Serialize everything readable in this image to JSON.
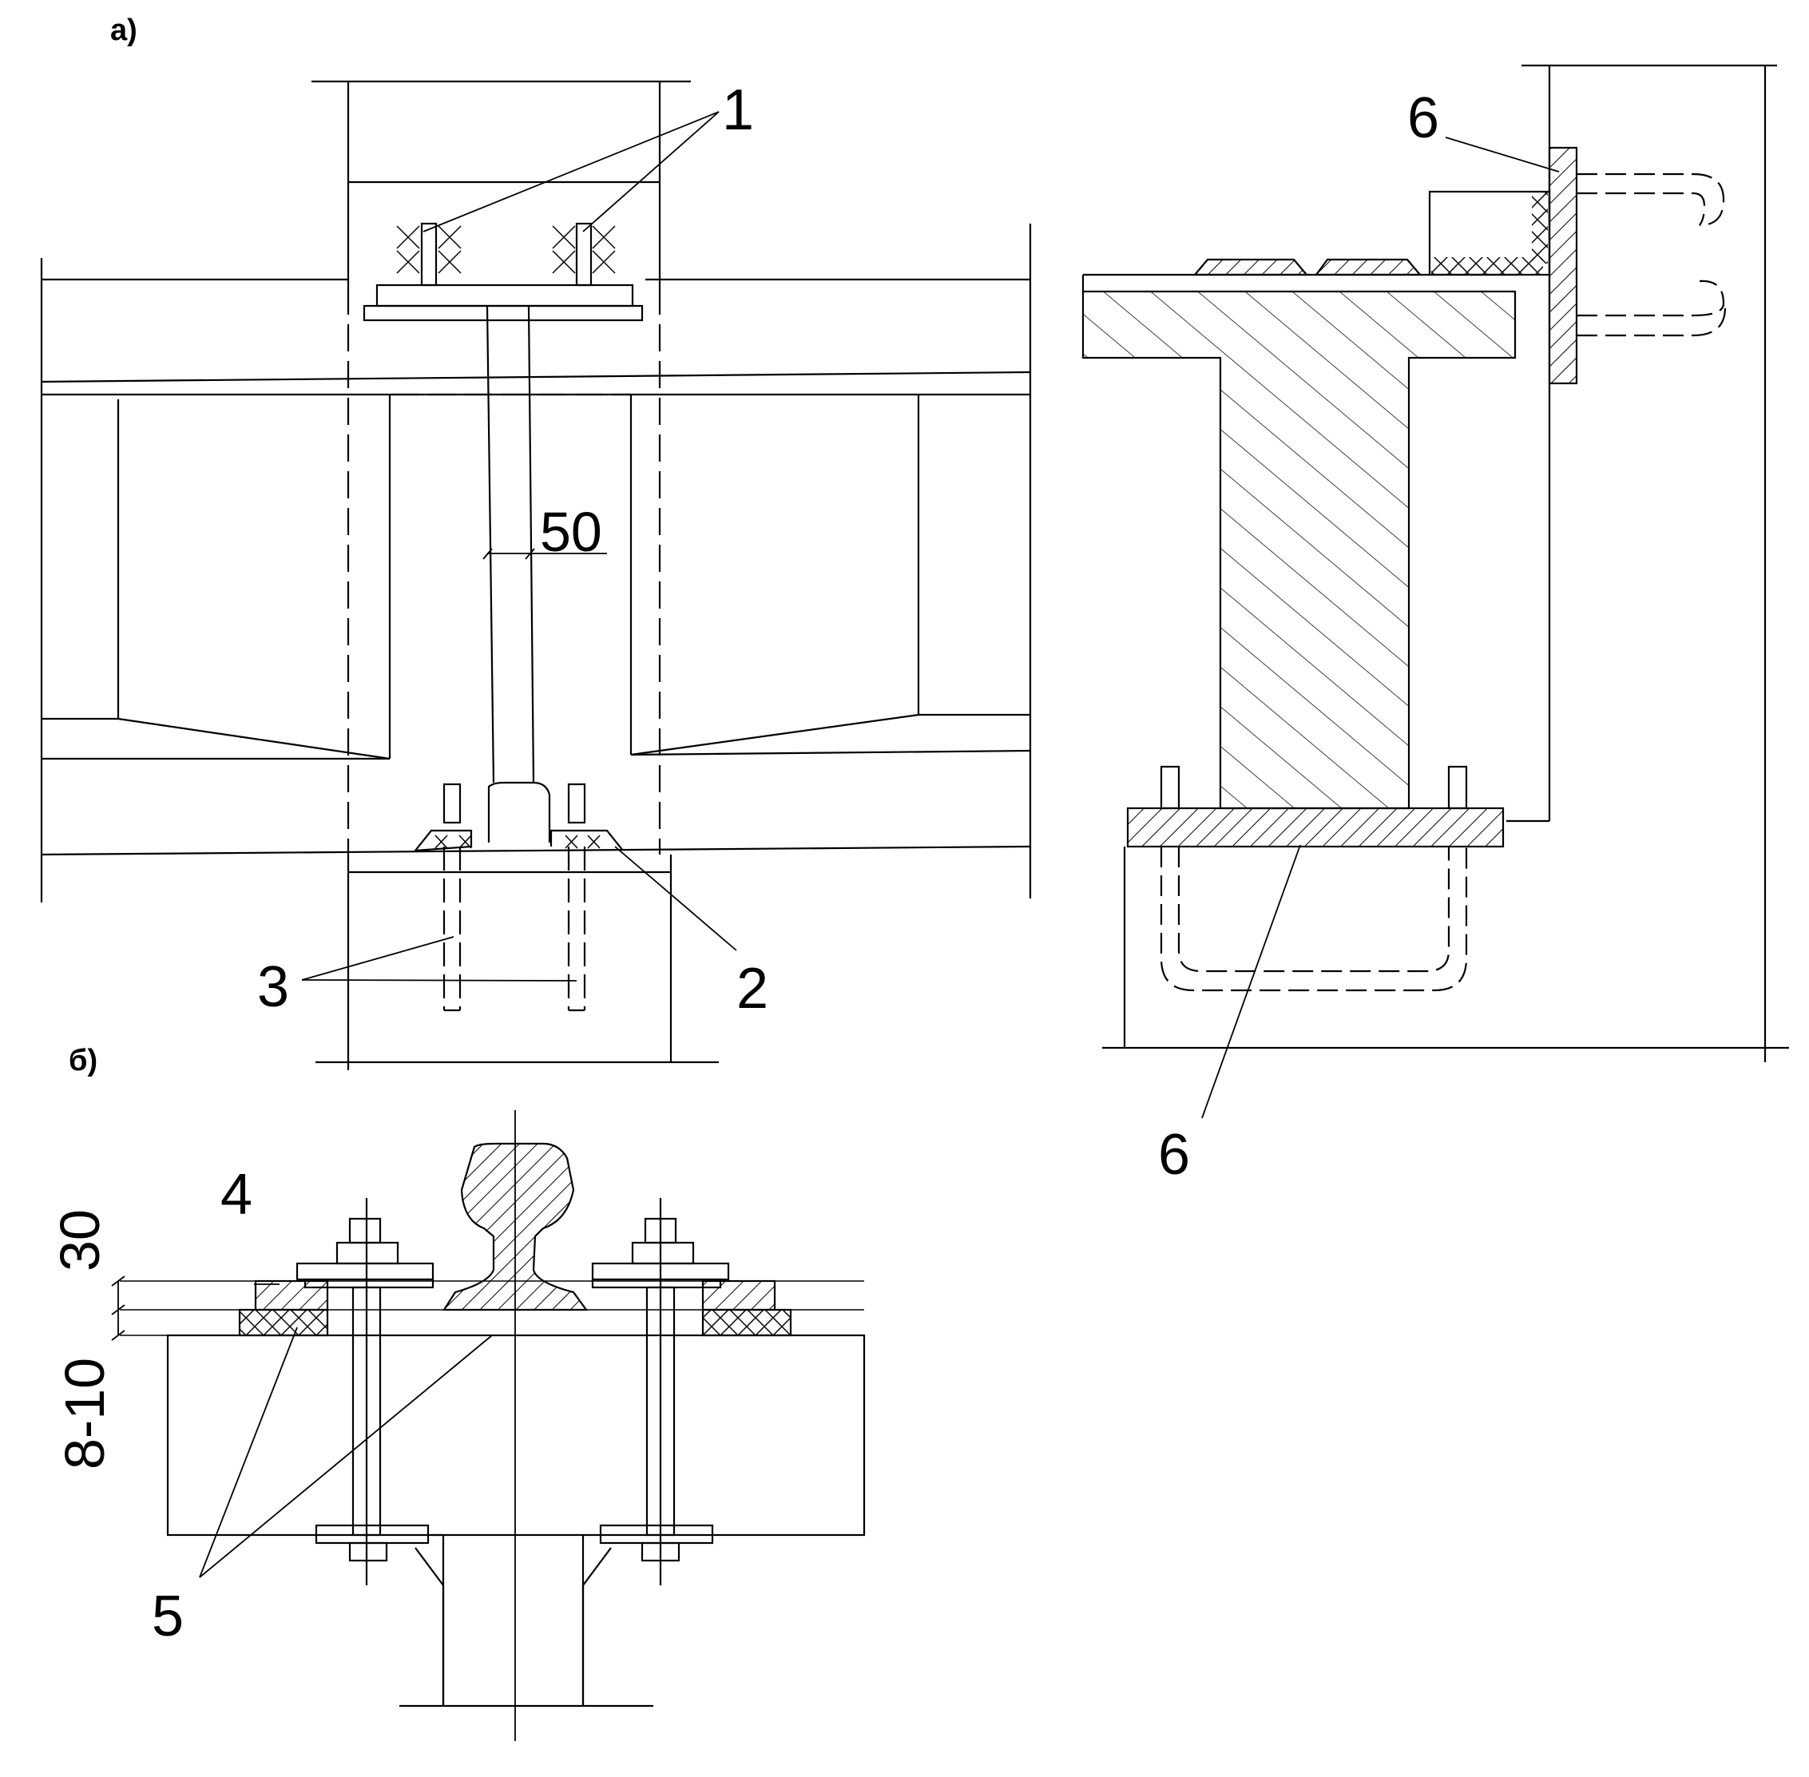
{
  "figure": {
    "section_a": "а)",
    "section_b": "б)",
    "callouts": {
      "c1": "1",
      "c2": "2",
      "c3": "3",
      "c4": "4",
      "c5": "5",
      "c6_top": "6",
      "c6_bottom": "6"
    },
    "dimensions": {
      "gap": "50",
      "pad_top": "30",
      "pad_bottom": "8-10"
    }
  },
  "colors": {
    "line": "#000000",
    "background": "#ffffff"
  }
}
